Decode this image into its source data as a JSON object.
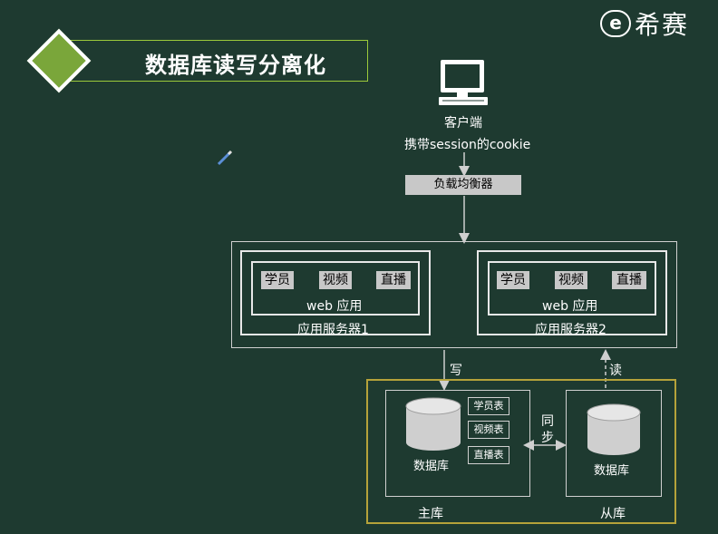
{
  "title": "数据库读写分离化",
  "logo": {
    "mark": "e",
    "text": "希赛"
  },
  "client": {
    "label": "客户端",
    "note": "携带session的cookie"
  },
  "load_balancer": {
    "label": "负载均衡器"
  },
  "server1": {
    "app_label": "web 应用",
    "server_label": "应用服务器1",
    "modules": [
      "学员",
      "视频",
      "直播"
    ]
  },
  "server2": {
    "app_label": "web 应用",
    "server_label": "应用服务器2",
    "modules": [
      "学员",
      "视频",
      "直播"
    ]
  },
  "arrows": {
    "write": "写",
    "read": "读",
    "sync": "同步"
  },
  "master": {
    "db_label": "数据库",
    "caption": "主库",
    "tables": [
      "学员表",
      "视频表",
      "直播表"
    ]
  },
  "slave": {
    "db_label": "数据库",
    "caption": "从库"
  },
  "colors": {
    "background": "#1e3a30",
    "accent": "#9bc93a",
    "gold_frame": "#b5a23a"
  }
}
